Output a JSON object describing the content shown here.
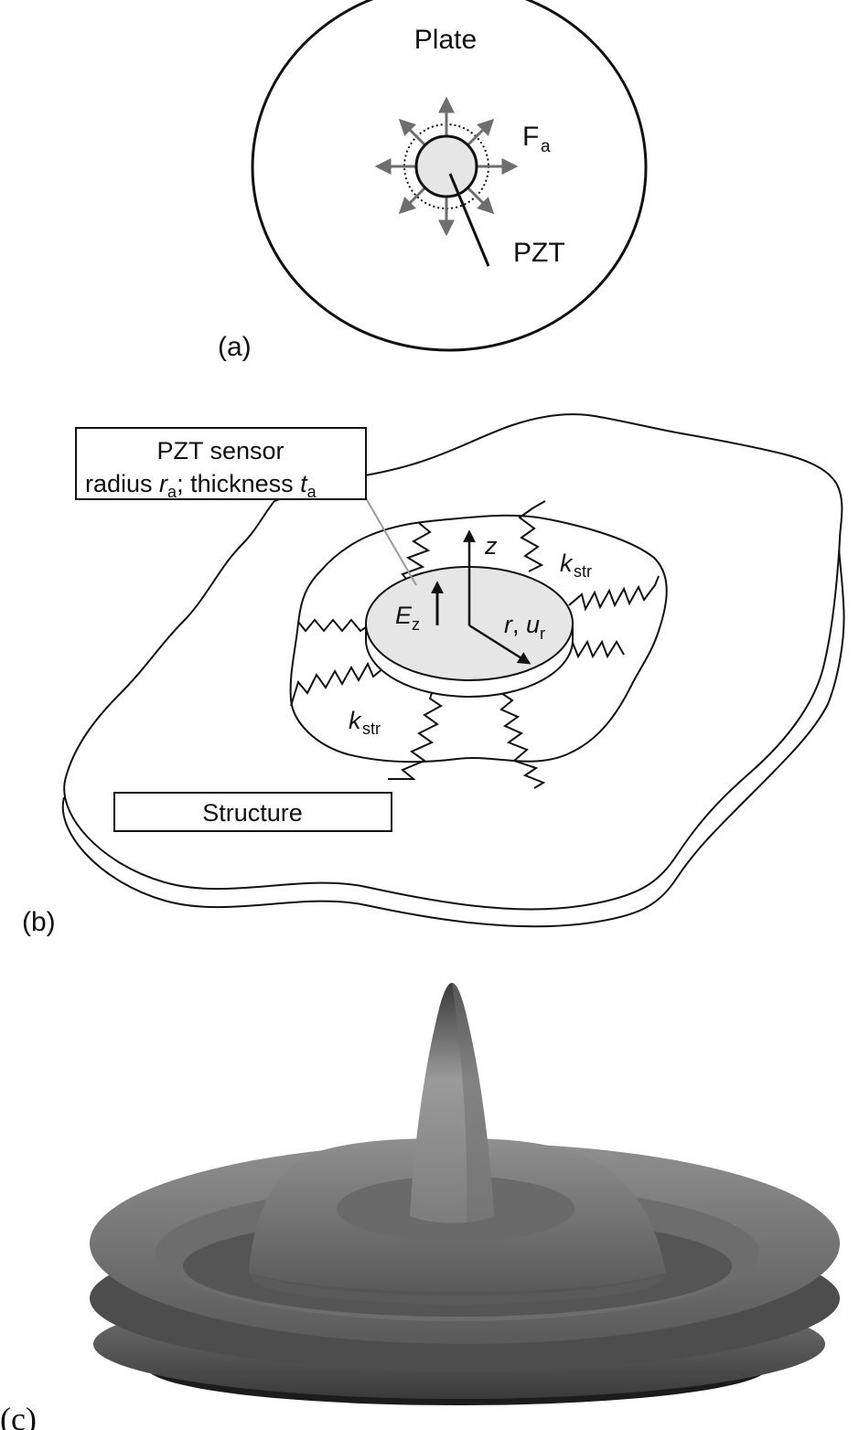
{
  "panel_a": {
    "plate_label": "Plate",
    "force_label": "F",
    "force_sub": "a",
    "pzt_label": "PZT",
    "caption": "(a)"
  },
  "panel_b": {
    "sensor_box_line1": "PZT sensor",
    "sensor_box_line2_prefix": "radius ",
    "sensor_box_r": "r",
    "sensor_box_r_sub": "a",
    "sensor_box_line2_mid": "; thickness ",
    "sensor_box_t": "t",
    "sensor_box_t_sub": "a",
    "z_label": "z",
    "e_label": "E",
    "e_sub": "z",
    "r_label": "r",
    "r_comma": ", ",
    "u_label": "u",
    "u_sub": "r",
    "k_label": "k",
    "k_sub": "str",
    "structure_label": "Structure",
    "caption": "(b)"
  },
  "panel_c": {
    "caption": "(c)"
  }
}
